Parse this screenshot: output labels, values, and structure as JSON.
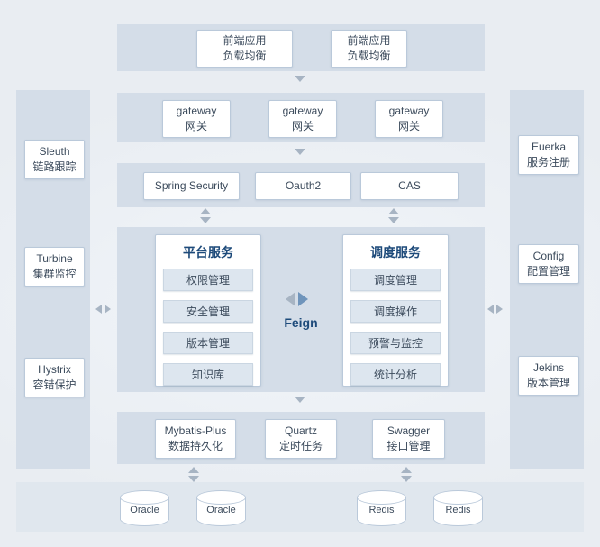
{
  "frontend_band": {
    "boxes": [
      {
        "line1": "前端应用",
        "line2": "负载均衡"
      },
      {
        "line1": "前端应用",
        "line2": "负载均衡"
      }
    ]
  },
  "gateway_band": {
    "boxes": [
      {
        "line1": "gateway",
        "line2": "网关"
      },
      {
        "line1": "gateway",
        "line2": "网关"
      },
      {
        "line1": "gateway",
        "line2": "网关"
      }
    ]
  },
  "auth_band": {
    "boxes": [
      {
        "label": "Spring Security"
      },
      {
        "label": "Oauth2"
      },
      {
        "label": "CAS"
      }
    ]
  },
  "platform_panel": {
    "title": "平台服务",
    "items": [
      {
        "label": "权限管理"
      },
      {
        "label": "安全管理"
      },
      {
        "label": "版本管理"
      },
      {
        "label": "知识库"
      }
    ]
  },
  "schedule_panel": {
    "title": "调度服务",
    "items": [
      {
        "label": "调度管理"
      },
      {
        "label": "调度操作"
      },
      {
        "label": "预警与监控"
      },
      {
        "label": "统计分析"
      }
    ]
  },
  "feign": {
    "label": "Feign"
  },
  "middleware_band": {
    "boxes": [
      {
        "line1": "Mybatis-Plus",
        "line2": "数据持久化"
      },
      {
        "line1": "Quartz",
        "line2": "定时任务"
      },
      {
        "line1": "Swagger",
        "line2": "接口管理"
      }
    ]
  },
  "database_band": {
    "cylinders": [
      {
        "label": "Oracle"
      },
      {
        "label": "Oracle"
      },
      {
        "label": "Redis"
      },
      {
        "label": "Redis"
      }
    ]
  },
  "left_sidebar": {
    "items": [
      {
        "line1": "Sleuth",
        "line2": "链路跟踪"
      },
      {
        "line1": "Turbine",
        "line2": "集群监控"
      },
      {
        "line1": "Hystrix",
        "line2": "容错保护"
      }
    ]
  },
  "right_sidebar": {
    "items": [
      {
        "line1": "Euerka",
        "line2": "服务注册"
      },
      {
        "line1": "Config",
        "line2": "配置管理"
      },
      {
        "line1": "Jekins",
        "line2": "版本管理"
      }
    ]
  },
  "colors": {
    "background": "#e9edf2",
    "band": "#d4dde8",
    "band_light": "#e0e7ee",
    "box_border": "#bac9da",
    "accent": "#1d4a7a",
    "arrow": "#a7b4c3",
    "arrow_blue": "#6f94bb",
    "text": "#3c4b5c",
    "item_bg": "#dde6ef",
    "item_border": "#cad6e2"
  }
}
